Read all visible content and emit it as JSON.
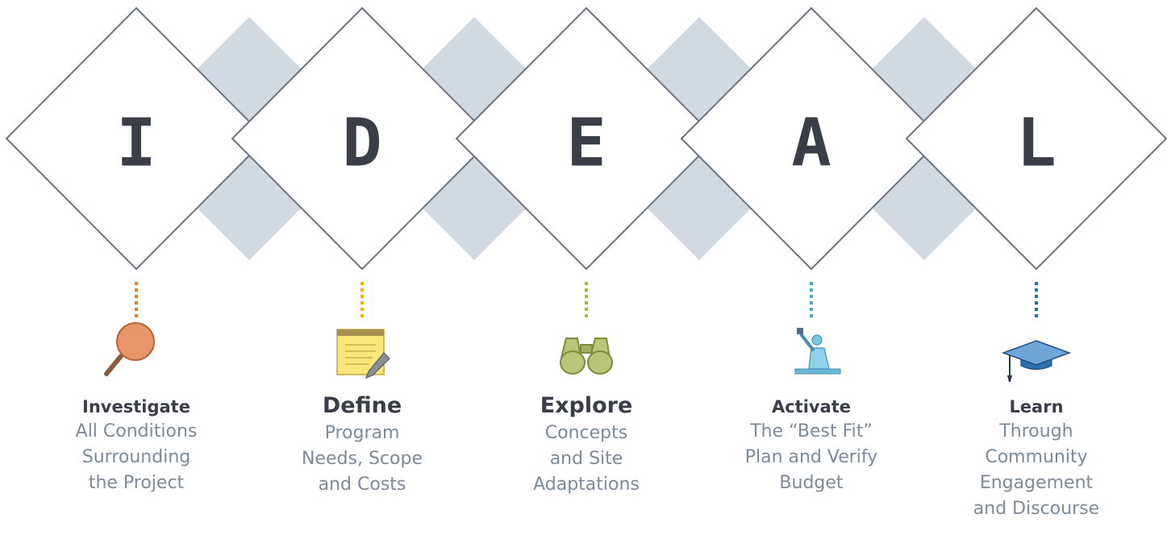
{
  "steps": [
    {
      "letter": "I",
      "title": "Investigate",
      "desc": [
        "All Conditions",
        "Surrounding",
        "the Project"
      ],
      "icon": "magnifier-icon",
      "accent": "#e07b39"
    },
    {
      "letter": "D",
      "title": "Define",
      "desc": [
        "Program",
        "Needs, Scope",
        "and Costs"
      ],
      "icon": "notepad-pencil-icon",
      "accent": "#f0b400"
    },
    {
      "letter": "E",
      "title": "Explore",
      "desc": [
        "Concepts",
        "and Site",
        "Adaptations"
      ],
      "icon": "binoculars-icon",
      "accent": "#a6b84a"
    },
    {
      "letter": "A",
      "title": "Activate",
      "desc": [
        "The “Best Fit”",
        "Plan and Verify",
        "Budget"
      ],
      "icon": "presenter-icon",
      "accent": "#4aa6cf"
    },
    {
      "letter": "L",
      "title": "Learn",
      "desc": [
        "Through",
        "Community",
        "Engagement",
        "and Discourse"
      ],
      "icon": "graduation-cap-icon",
      "accent": "#2a6fa8"
    }
  ],
  "colors": {
    "diamond_stroke": "#6b7480",
    "connector_fill": "#d3d9e1",
    "text_dark": "#3a3f47",
    "text_muted": "#7d8a99"
  }
}
